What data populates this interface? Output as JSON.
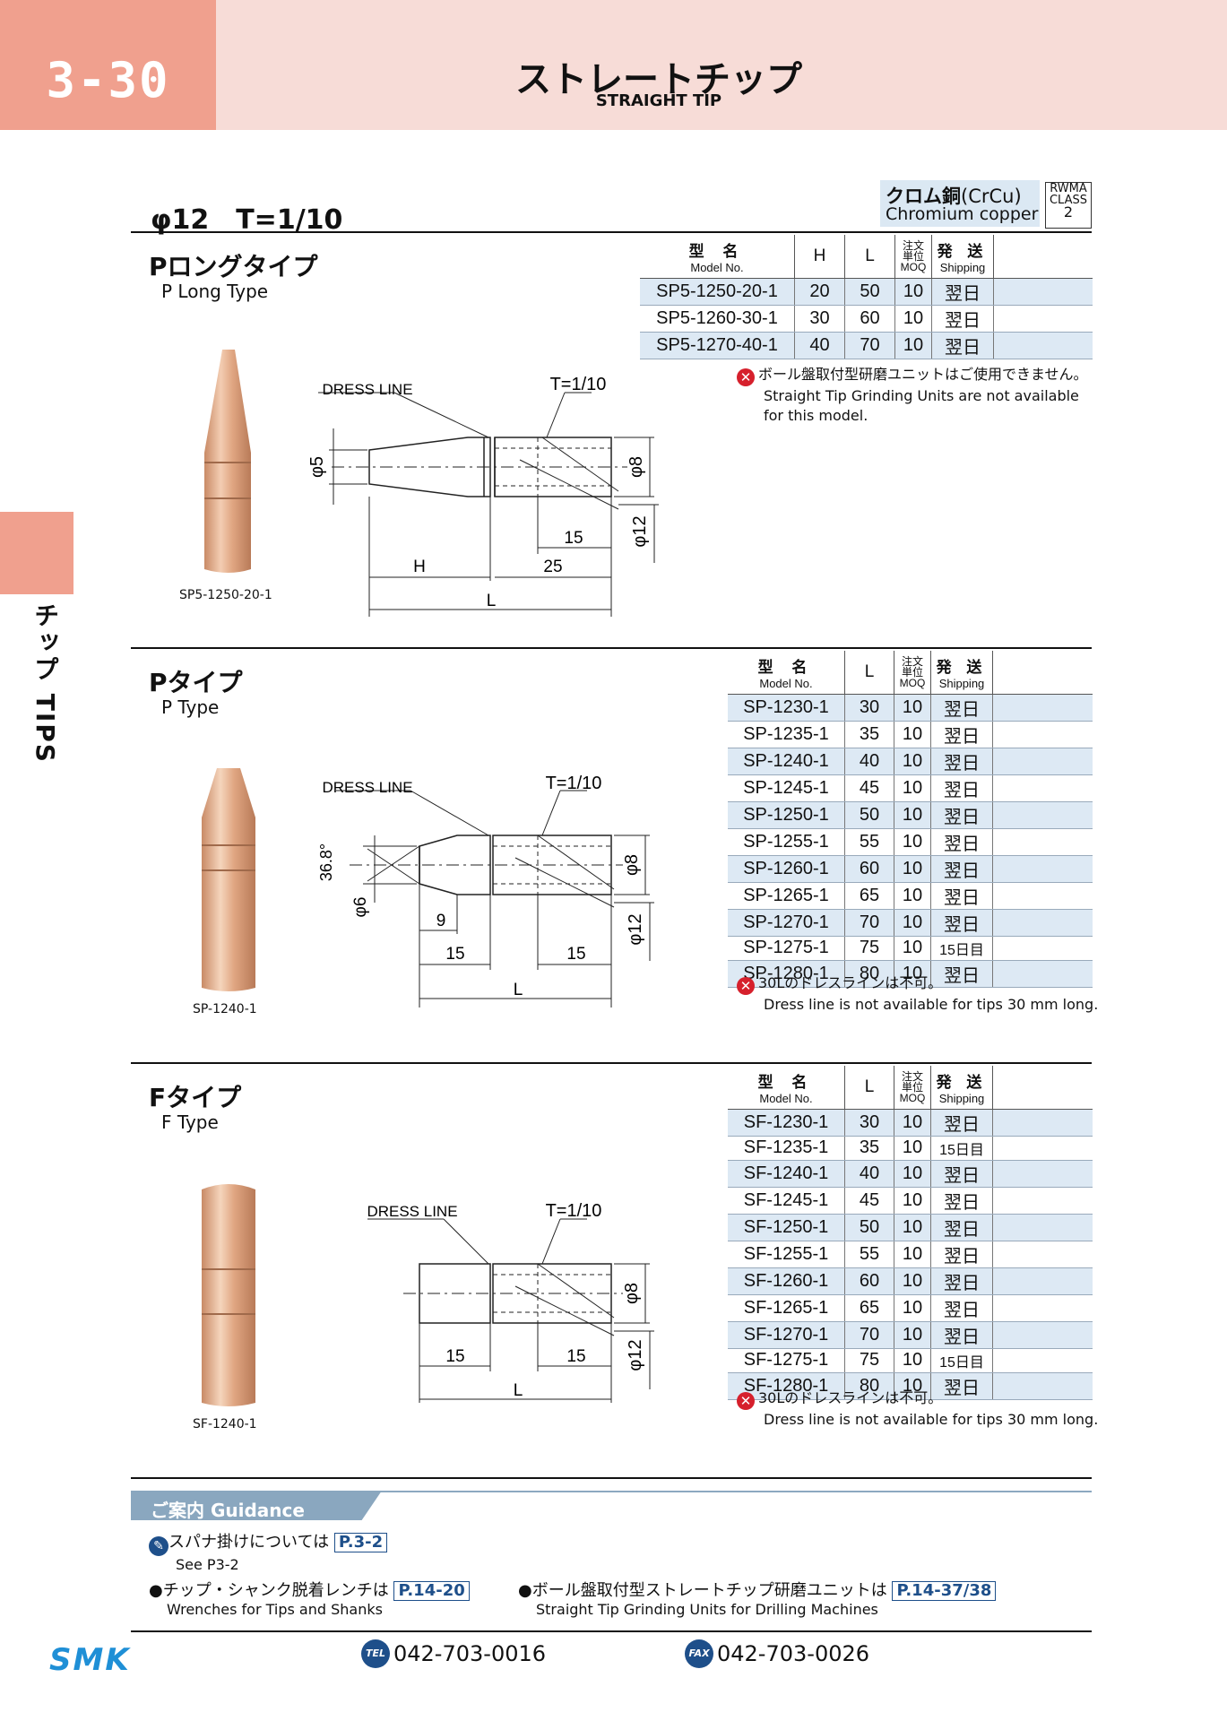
{
  "header": {
    "page_number": "3-30",
    "title_jp": "ストレートチップ",
    "title_en": "STRAIGHT TIP"
  },
  "side_tab": {
    "label": "チップ TIPS"
  },
  "section": {
    "spec": "φ12　T=1/10",
    "material_jp": "クロム銅",
    "material_code": "(CrCu)",
    "material_en": "Chromium copper",
    "rwma_line1": "RWMA",
    "rwma_line2": "CLASS",
    "rwma_value": "2"
  },
  "colors": {
    "accent": "#f0a08e",
    "header_bg": "#f7dcd7",
    "table_row": "#dde9f4",
    "brand": "#1e4f8a"
  },
  "table_headers": {
    "model_jp": "型 名",
    "model_en": "Model No.",
    "h": "H",
    "l": "L",
    "moq_l1": "注文",
    "moq_l2": "単位",
    "moq_l3": "MOQ",
    "ship_jp": "発 送",
    "ship_en": "Shipping"
  },
  "p_long": {
    "title_jp": "Pロングタイプ",
    "title_en": "P Long Type",
    "caption": "SP5-1250-20-1",
    "rows": [
      {
        "model": "SP5-1250-20-1",
        "h": "20",
        "l": "50",
        "moq": "10",
        "ship": "翌日"
      },
      {
        "model": "SP5-1260-30-1",
        "h": "30",
        "l": "60",
        "moq": "10",
        "ship": "翌日"
      },
      {
        "model": "SP5-1270-40-1",
        "h": "40",
        "l": "70",
        "moq": "10",
        "ship": "翌日"
      }
    ],
    "note_jp": "ボール盤取付型研磨ユニットはご使用できません。",
    "note_en1": "Straight Tip Grinding Units are not available",
    "note_en2": "for this model.",
    "drawing": {
      "dress_line": "DRESS LINE",
      "taper": "T=1/10",
      "d5": "φ5",
      "d8": "φ8",
      "d12": "φ12",
      "h": "H",
      "dim25": "25",
      "dim15": "15",
      "l": "L"
    }
  },
  "p_type": {
    "title_jp": "Pタイプ",
    "title_en": "P Type",
    "caption": "SP-1240-1",
    "rows": [
      {
        "model": "SP-1230-1",
        "l": "30",
        "moq": "10",
        "ship": "翌日"
      },
      {
        "model": "SP-1235-1",
        "l": "35",
        "moq": "10",
        "ship": "翌日"
      },
      {
        "model": "SP-1240-1",
        "l": "40",
        "moq": "10",
        "ship": "翌日"
      },
      {
        "model": "SP-1245-1",
        "l": "45",
        "moq": "10",
        "ship": "翌日"
      },
      {
        "model": "SP-1250-1",
        "l": "50",
        "moq": "10",
        "ship": "翌日"
      },
      {
        "model": "SP-1255-1",
        "l": "55",
        "moq": "10",
        "ship": "翌日"
      },
      {
        "model": "SP-1260-1",
        "l": "60",
        "moq": "10",
        "ship": "翌日"
      },
      {
        "model": "SP-1265-1",
        "l": "65",
        "moq": "10",
        "ship": "翌日"
      },
      {
        "model": "SP-1270-1",
        "l": "70",
        "moq": "10",
        "ship": "翌日"
      },
      {
        "model": "SP-1275-1",
        "l": "75",
        "moq": "10",
        "ship": "15日目"
      },
      {
        "model": "SP-1280-1",
        "l": "80",
        "moq": "10",
        "ship": "翌日"
      }
    ],
    "note_jp": "30Lのドレスラインは不可。",
    "note_en": "Dress line is not available for tips 30 mm long.",
    "drawing": {
      "dress_line": "DRESS LINE",
      "taper": "T=1/10",
      "angle": "36.8°",
      "d6": "φ6",
      "d8": "φ8",
      "d12": "φ12",
      "dim9": "9",
      "dim15a": "15",
      "dim15b": "15",
      "l": "L"
    }
  },
  "f_type": {
    "title_jp": "Fタイプ",
    "title_en": "F Type",
    "caption": "SF-1240-1",
    "rows": [
      {
        "model": "SF-1230-1",
        "l": "30",
        "moq": "10",
        "ship": "翌日"
      },
      {
        "model": "SF-1235-1",
        "l": "35",
        "moq": "10",
        "ship": "15日目"
      },
      {
        "model": "SF-1240-1",
        "l": "40",
        "moq": "10",
        "ship": "翌日"
      },
      {
        "model": "SF-1245-1",
        "l": "45",
        "moq": "10",
        "ship": "翌日"
      },
      {
        "model": "SF-1250-1",
        "l": "50",
        "moq": "10",
        "ship": "翌日"
      },
      {
        "model": "SF-1255-1",
        "l": "55",
        "moq": "10",
        "ship": "翌日"
      },
      {
        "model": "SF-1260-1",
        "l": "60",
        "moq": "10",
        "ship": "翌日"
      },
      {
        "model": "SF-1265-1",
        "l": "65",
        "moq": "10",
        "ship": "翌日"
      },
      {
        "model": "SF-1270-1",
        "l": "70",
        "moq": "10",
        "ship": "翌日"
      },
      {
        "model": "SF-1275-1",
        "l": "75",
        "moq": "10",
        "ship": "15日目"
      },
      {
        "model": "SF-1280-1",
        "l": "80",
        "moq": "10",
        "ship": "翌日"
      }
    ],
    "note_jp": "30Lのドレスラインは不可。",
    "note_en": "Dress line is not available for tips 30 mm long.",
    "drawing": {
      "dress_line": "DRESS LINE",
      "taper": "T=1/10",
      "d8": "φ8",
      "d12": "φ12",
      "dim15a": "15",
      "dim15b": "15",
      "l": "L"
    }
  },
  "guidance": {
    "title": "ご案内 Guidance",
    "spanner_jp": "スパナ掛けについては",
    "spanner_ref": "P.3-2",
    "spanner_en": "See P3-2",
    "wrench_jp": "●チップ・シャンク脱着レンチは",
    "wrench_ref": "P.14-20",
    "wrench_en": "Wrenches for Tips and Shanks",
    "grind_jp": "●ボール盤取付型ストレートチップ研磨ユニットは",
    "grind_ref": "P.14-37/38",
    "grind_en": "Straight Tip Grinding Units for Drilling Machines"
  },
  "footer": {
    "logo": "SMK",
    "tel_label": "TEL",
    "tel": "042-703-0016",
    "fax_label": "FAX",
    "fax": "042-703-0026"
  }
}
